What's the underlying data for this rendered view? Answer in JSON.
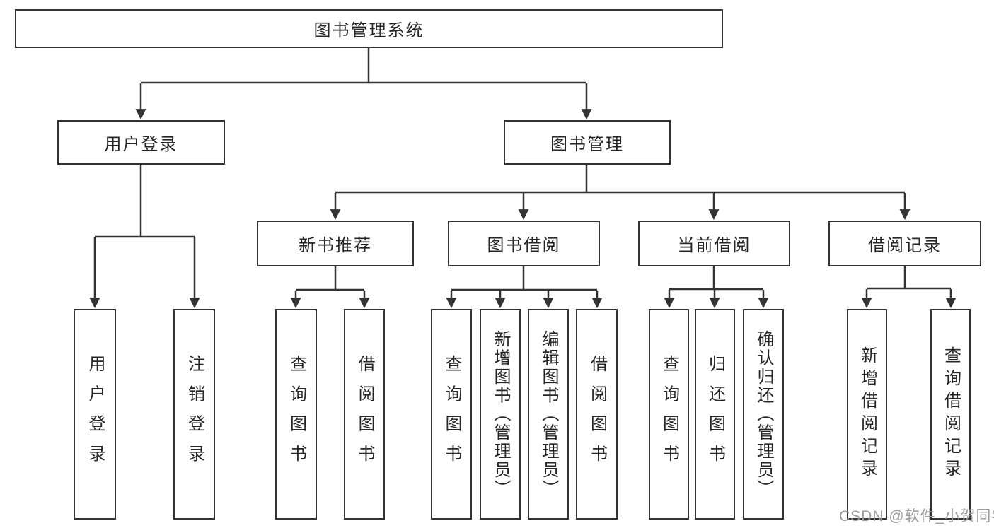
{
  "diagram": {
    "title_node": {
      "label": "图书管理系统"
    },
    "branches": [
      {
        "label": "用户登录"
      },
      {
        "label": "图书管理"
      }
    ],
    "sections": [
      {
        "label": "新书推荐",
        "parent": "图书管理"
      },
      {
        "label": "图书借阅",
        "parent": "图书管理"
      },
      {
        "label": "当前借阅",
        "parent": "图书管理"
      },
      {
        "label": "借阅记录",
        "parent": "图书管理"
      }
    ],
    "leaves": [
      {
        "label": "用户登录",
        "parent": "用户登录"
      },
      {
        "label": "注销登录",
        "parent": "用户登录"
      },
      {
        "label": "查询图书",
        "parent": "新书推荐"
      },
      {
        "label": "借阅图书",
        "parent": "新书推荐"
      },
      {
        "label": "查询图书",
        "parent": "图书借阅"
      },
      {
        "label": "新增图书（管理员）",
        "parent": "图书借阅"
      },
      {
        "label": "编辑图书（管理员）",
        "parent": "图书借阅"
      },
      {
        "label": "借阅图书",
        "parent": "图书借阅"
      },
      {
        "label": "查询图书",
        "parent": "当前借阅"
      },
      {
        "label": "归还图书",
        "parent": "当前借阅"
      },
      {
        "label": "确认归还（管理员）",
        "parent": "当前借阅"
      },
      {
        "label": "新增借阅记录",
        "parent": "借阅记录"
      },
      {
        "label": "查询借阅记录",
        "parent": "借阅记录"
      }
    ]
  },
  "watermark": "CSDN @软件_小贺同学",
  "colors": {
    "line": "#333333",
    "text": "#262626",
    "watermark": "#9b9b9b",
    "background": "#ffffff"
  }
}
